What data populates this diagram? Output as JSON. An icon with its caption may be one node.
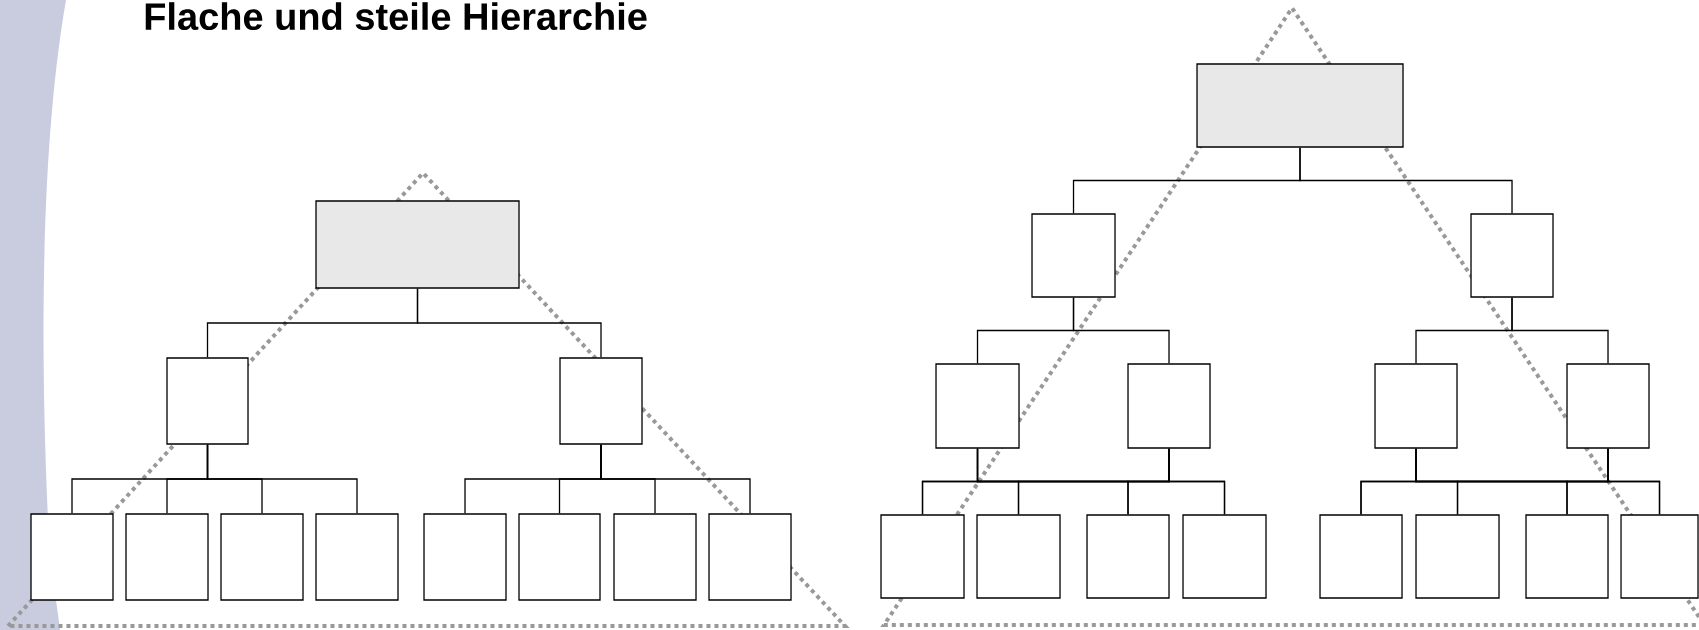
{
  "diagram": {
    "title": "Flache und steile Hierarchie",
    "nodes": [
      {
        "text": [],
        "shape": "box"
      },
      {
        "text": [],
        "shape": "box"
      },
      {
        "text": [],
        "shape": "box"
      },
      {
        "text": [],
        "shape": "box"
      },
      {
        "text": [],
        "shape": "box"
      },
      {
        "text": [],
        "shape": "box"
      },
      {
        "text": [],
        "shape": "box"
      },
      {
        "text": [],
        "shape": "box"
      },
      {
        "text": [],
        "shape": "box"
      },
      {
        "text": [],
        "shape": "box"
      },
      {
        "text": [],
        "shape": "box"
      },
      {
        "text": [],
        "shape": "box"
      },
      {
        "text": [],
        "shape": "box"
      },
      {
        "text": [],
        "shape": "box"
      },
      {
        "text": [],
        "shape": "box"
      },
      {
        "text": [],
        "shape": "box"
      },
      {
        "text": [],
        "shape": "box"
      },
      {
        "text": [],
        "shape": "box"
      },
      {
        "text": [],
        "shape": "box"
      },
      {
        "text": [],
        "shape": "box"
      },
      {
        "text": [],
        "shape": "box"
      },
      {
        "text": [],
        "shape": "box"
      },
      {
        "text": [],
        "shape": "box"
      },
      {
        "text": [],
        "shape": "box"
      },
      {
        "text": [],
        "shape": "box"
      },
      {
        "text": [],
        "shape": "box"
      }
    ],
    "edges": [
      {
        "from": 0,
        "to": 1,
        "arrow": "none"
      },
      {
        "from": 0,
        "to": 2,
        "arrow": "none"
      },
      {
        "from": 1,
        "to": 3,
        "arrow": "none"
      },
      {
        "from": 1,
        "to": 4,
        "arrow": "none"
      },
      {
        "from": 1,
        "to": 5,
        "arrow": "none"
      },
      {
        "from": 1,
        "to": 6,
        "arrow": "none"
      },
      {
        "from": 2,
        "to": 7,
        "arrow": "none"
      },
      {
        "from": 2,
        "to": 8,
        "arrow": "none"
      },
      {
        "from": 2,
        "to": 9,
        "arrow": "none"
      },
      {
        "from": 2,
        "to": 10,
        "arrow": "none"
      },
      {
        "from": 11,
        "to": 12,
        "arrow": "none"
      },
      {
        "from": 11,
        "to": 13,
        "arrow": "none"
      },
      {
        "from": 12,
        "to": 14,
        "arrow": "none"
      },
      {
        "from": 12,
        "to": 15,
        "arrow": "none"
      },
      {
        "from": 13,
        "to": 16,
        "arrow": "none"
      },
      {
        "from": 13,
        "to": 17,
        "arrow": "none"
      },
      {
        "from": 14,
        "to": 18,
        "arrow": "none"
      },
      {
        "from": 14,
        "to": 19,
        "arrow": "none"
      },
      {
        "from": 14,
        "to": 20,
        "arrow": "none"
      },
      {
        "from": 14,
        "to": 21,
        "arrow": "none"
      },
      {
        "from": 15,
        "to": 18,
        "arrow": "none"
      },
      {
        "from": 15,
        "to": 19,
        "arrow": "none"
      },
      {
        "from": 15,
        "to": 20,
        "arrow": "none"
      },
      {
        "from": 15,
        "to": 21,
        "arrow": "none"
      },
      {
        "from": 16,
        "to": 22,
        "arrow": "none"
      },
      {
        "from": 16,
        "to": 23,
        "arrow": "none"
      },
      {
        "from": 16,
        "to": 24,
        "arrow": "none"
      },
      {
        "from": 16,
        "to": 25,
        "arrow": "none"
      },
      {
        "from": 17,
        "to": 22,
        "arrow": "none"
      },
      {
        "from": 17,
        "to": 23,
        "arrow": "none"
      },
      {
        "from": 17,
        "to": 24,
        "arrow": "none"
      },
      {
        "from": 17,
        "to": 25,
        "arrow": "none"
      }
    ]
  }
}
